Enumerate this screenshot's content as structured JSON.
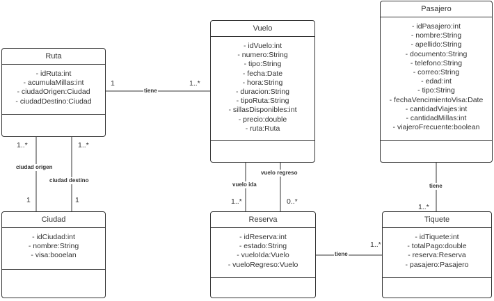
{
  "classes": {
    "ruta": {
      "name": "Ruta",
      "attributes": [
        "- idRuta:int",
        "- acumulaMillas:int",
        "- ciudadOrigen:Ciudad",
        "- ciudadDestino:Ciudad"
      ]
    },
    "vuelo": {
      "name": "Vuelo",
      "attributes": [
        "- idVuelo:int",
        "- numero:String",
        "- tipo:String",
        "- fecha:Date",
        "- hora:String",
        "- duracion:String",
        "- tipoRuta:String",
        "- sillasDisponibles:int",
        "- precio:double",
        "- ruta:Ruta"
      ]
    },
    "pasajero": {
      "name": "Pasajero",
      "attributes": [
        "- idPasajero:int",
        "- nombre:String",
        "- apellido:String",
        "- documento:String",
        "- telefono:String",
        "- correo:String",
        "- edad:int",
        "- tipo:String",
        "- fechaVencimientoVisa:Date",
        "- cantidadViajes:int",
        "- cantidadMillas:int",
        "- viajeroFrecuente:boolean"
      ]
    },
    "ciudad": {
      "name": "Ciudad",
      "attributes": [
        "- idCiudad:int",
        "- nombre:String",
        "- visa:booelan"
      ]
    },
    "reserva": {
      "name": "Reserva",
      "attributes": [
        "- idReserva:int",
        "- estado:String",
        "- vueloIda:Vuelo",
        "- vueloRegreso:Vuelo"
      ]
    },
    "tiquete": {
      "name": "Tiquete",
      "attributes": [
        "- idTiquete:int",
        "- totalPago:double",
        "- reserva:Reserva",
        "- pasajero:Pasajero"
      ]
    }
  },
  "associations": {
    "ruta_vuelo": {
      "label": "tiene",
      "mult_ruta": "1",
      "mult_vuelo": "1..*"
    },
    "ruta_ciudad_origen": {
      "label": "ciudad origen",
      "mult_ruta": "1..*",
      "mult_ciudad": "1"
    },
    "ruta_ciudad_destino": {
      "label": "ciudad destino",
      "mult_ruta": "1..*",
      "mult_ciudad": "1"
    },
    "vuelo_reserva_ida": {
      "label": "vuelo ida",
      "mult_reserva": "1..*"
    },
    "vuelo_reserva_regreso": {
      "label": "vuelo regreso",
      "mult_reserva": "0..*"
    },
    "pasajero_tiquete": {
      "label": "tiene",
      "mult_tiquete": "1..*"
    },
    "reserva_tiquete": {
      "label": "tiene",
      "mult_tiquete": "1..*"
    }
  }
}
